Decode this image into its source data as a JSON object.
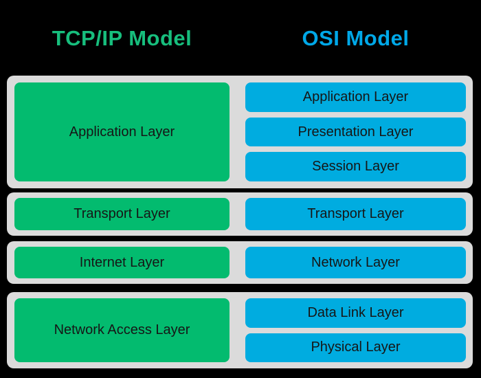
{
  "headers": {
    "tcpip": "TCP/IP Model",
    "osi": "OSI Model"
  },
  "groups": [
    {
      "tcpip": "Application Layer",
      "osi": [
        "Application Layer",
        "Presentation Layer",
        "Session Layer"
      ]
    },
    {
      "tcpip": "Transport Layer",
      "osi": [
        "Transport Layer"
      ]
    },
    {
      "tcpip": "Internet Layer",
      "osi": [
        "Network Layer"
      ]
    },
    {
      "tcpip": "Network Access Layer",
      "osi": [
        "Data Link Layer",
        "Physical Layer"
      ]
    }
  ],
  "colors": {
    "background": "#000000",
    "header_green": "#17be7d",
    "header_blue": "#00a8e8",
    "box_green": "#03bb6f",
    "box_blue": "#00ace0",
    "group_container_gray": "#dbdbdb",
    "box_text": "#161616"
  }
}
